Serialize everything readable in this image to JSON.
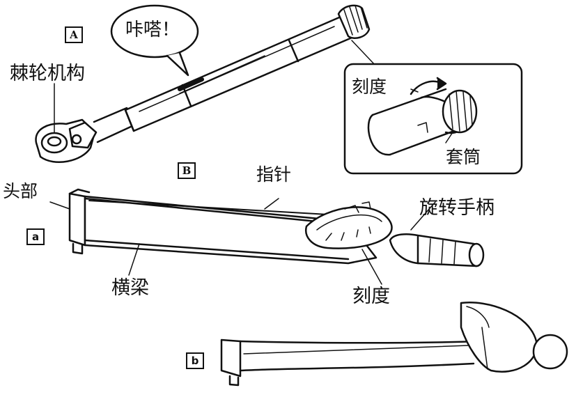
{
  "panel_a": {
    "tag": "A",
    "bubble": "咔嗒！",
    "ratchet": "棘轮机构",
    "scale": "刻度",
    "sleeve": "套筒"
  },
  "panel_b": {
    "tag": "B",
    "pointer": "指针",
    "head": "头部",
    "handle": "旋转手柄",
    "beam": "横梁",
    "scale": "刻度"
  },
  "sub_a": "a",
  "sub_b": "b"
}
